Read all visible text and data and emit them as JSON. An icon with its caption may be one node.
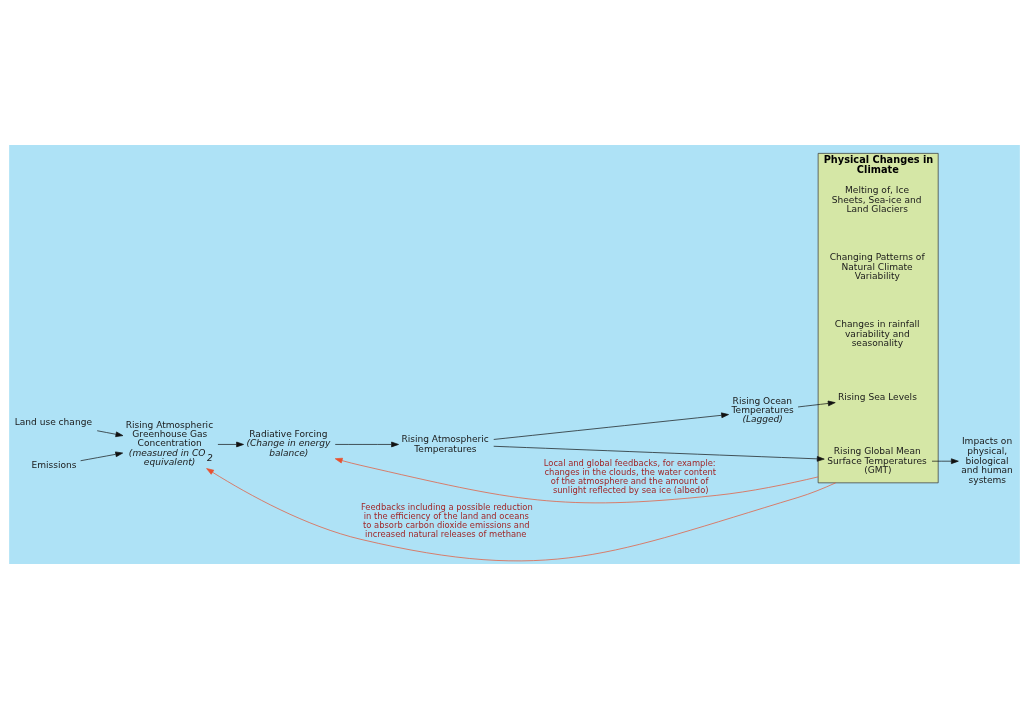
{
  "diagram": {
    "nodes": [
      {
        "text": [
          "Land use change"
        ]
      },
      {
        "text": [
          "Emissions"
        ]
      },
      {
        "text": [
          "Rising Atmospheric Greenhouse Gas Concentration",
          "(measured in CO$_{2}$ equivalent)"
        ]
      },
      {
        "text": [
          "Radiative Forcing",
          "(Change in energy balance)"
        ]
      },
      {
        "text": [
          "Rising Atmospheric Temperatures"
        ]
      },
      {
        "text": [
          "Rising Ocean Temperatures",
          "(Lagged)"
        ]
      },
      {
        "text": [
          "Physical Changes in Climate"
        ]
      },
      {
        "text": [
          "Rising Global Mean Surface Temperatures (GMT)"
        ],
        "in": 6
      },
      {
        "text": [
          "Rising Sea Levels"
        ],
        "in": 6
      },
      {
        "text": [
          "Changes in rainfall variability and seasonality"
        ],
        "in": 6
      },
      {
        "text": [
          "Changing Patterns of Natural Climate Variability"
        ],
        "in": 6
      },
      {
        "text": [
          "Melting of, Ice Sheets, Sea-ice and Land Glaciers"
        ],
        "in": 6
      },
      {
        "text": [
          "Impacts on physical, biological and human systems"
        ]
      }
    ],
    "edges": [
      {
        "from": 0,
        "to": 2,
        "arrow": "to"
      },
      {
        "from": 1,
        "to": 2,
        "arrow": "to"
      },
      {
        "from": 2,
        "to": 3,
        "arrow": "to"
      },
      {
        "from": 3,
        "to": 4,
        "arrow": "to"
      },
      {
        "from": 4,
        "to": 5,
        "arrow": "to"
      },
      {
        "from": 4,
        "to": 7,
        "arrow": "to"
      },
      {
        "from": 5,
        "to": 8,
        "arrow": "to"
      },
      {
        "from": 7,
        "to": 12,
        "arrow": "to"
      },
      {
        "from": 6,
        "to": 3,
        "arrow": "to",
        "color": "#e8502e",
        "label": "Local and global feedbacks, for example: changes in the clouds, the water content of the atmosphere and the amount of sunlight reflected by sea ice (albedo)"
      },
      {
        "from": 6,
        "to": 2,
        "arrow": "to",
        "color": "#e8502e",
        "label": "Feedbacks including a possible reduction in the efficiency of the land and oceans to absorb carbon dioxide emissions and increased natural releases of methane"
      }
    ]
  }
}
